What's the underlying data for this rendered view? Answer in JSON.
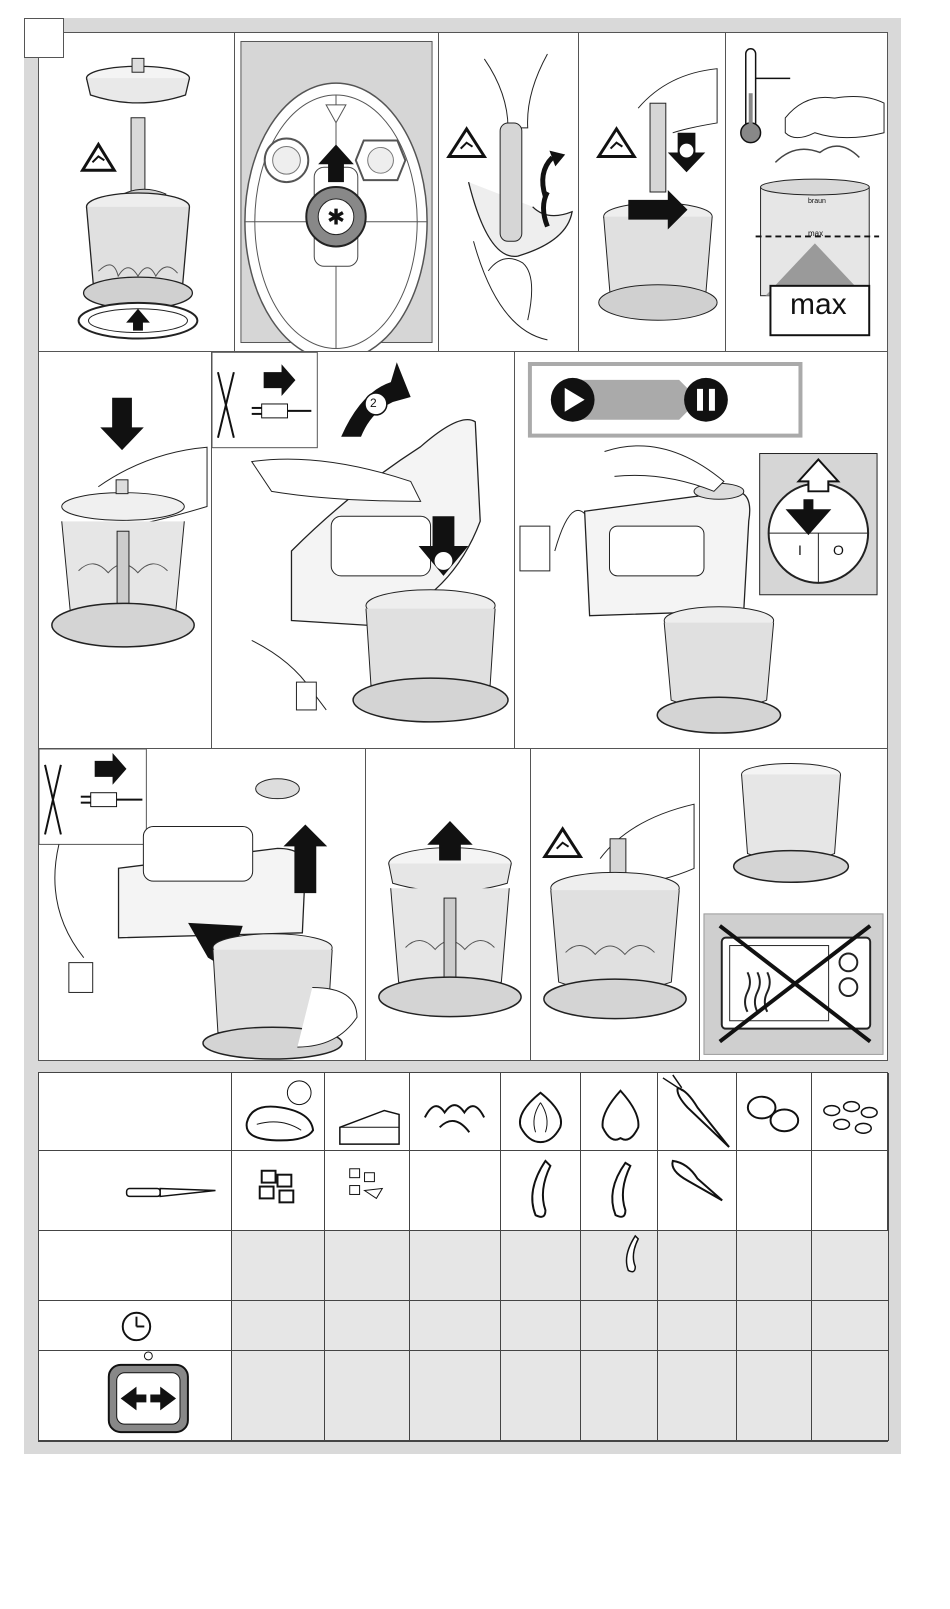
{
  "step_labels": {
    "fill_max": "max",
    "bowl_max": "max",
    "brand": "braun",
    "switch_on": "I",
    "switch_off": "O",
    "step_number": "2"
  },
  "colors": {
    "frame_grey": "#d9d9d9",
    "cell_grey": "#e6e6e6",
    "ink": "#111111",
    "warning_yellow_bg": "#ffffff"
  },
  "icons": {
    "warning": "hand-blade-warning-icon",
    "unplug": "unplug-icon",
    "no_microwave": "no-microwave-icon",
    "play": "play-icon",
    "pause": "pause-icon",
    "clock": "clock-icon",
    "pulse_switch": "pulse-switch-icon",
    "knife": "knife-icon",
    "thermometer": "thermometer-icon"
  },
  "table": {
    "foods": [
      "meat",
      "cheese",
      "herbs",
      "onion",
      "garlic",
      "carrot",
      "nuts",
      "almonds"
    ],
    "rows": [
      "food-row",
      "preparation-row",
      "quantity-row",
      "time-row",
      "pulse-row"
    ]
  }
}
